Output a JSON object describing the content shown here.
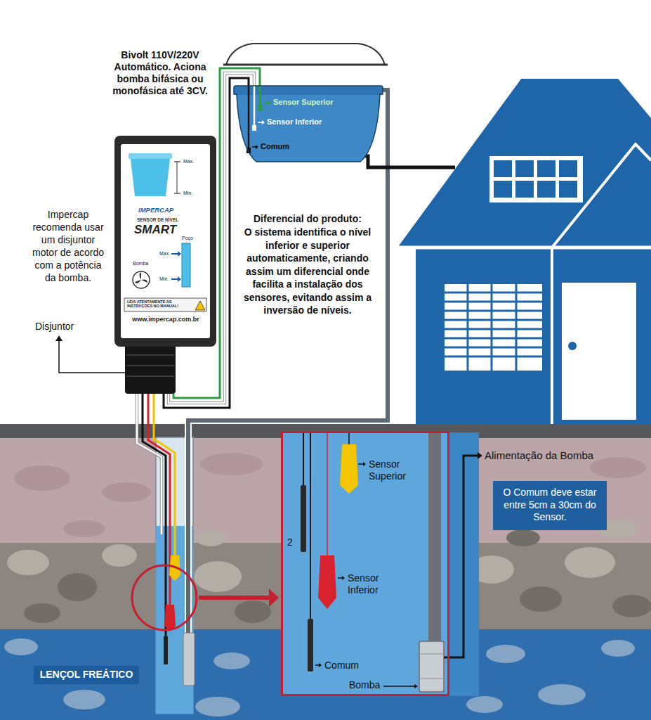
{
  "diagram": {
    "nodes": [
      {
        "text": [
          "Sensor Superior",
          "Sensor Inferior",
          "Comum"
        ]
      },
      {
        "text": [
          "Max.",
          "Min.",
          "IMPERCAP",
          "SENSOR DE NÍVEL",
          "SMART",
          "Poço",
          "Max.",
          "Min.",
          "Bomba",
          "LEIA ATENTAMENTE AS INSTRUÇÕES NO MANUAL!",
          "www.impercap.com.br"
        ]
      },
      {
        "text": [
          "Sensor Superior",
          "2",
          "Sensor Inferior",
          "Comum",
          "Bomba"
        ]
      },
      {
        "text": [
          "O Comum deve estar entre 5cm a 30cm do Sensor."
        ]
      },
      {
        "text": [
          "LENÇOL FREÁTICO"
        ]
      }
    ],
    "edges": [
      {
        "from": 1,
        "to": 0,
        "arrow": "none"
      }
    ],
    "labels": [
      "Bivolt 110V/220V Automático. Aciona bomba bifásica ou monofásica até 3CV.",
      "Impercap recomenda usar um disjuntor motor de acordo com a potência da bomba.",
      "Disjuntor",
      "Diferencial do produto:",
      "O sistema identifica o nível inferior e superior automaticamente, criando assim um diferencial onde facilita a instalação dos sensores, evitando assim a inversão de níveis.",
      "Alimentação da Bomba"
    ]
  }
}
